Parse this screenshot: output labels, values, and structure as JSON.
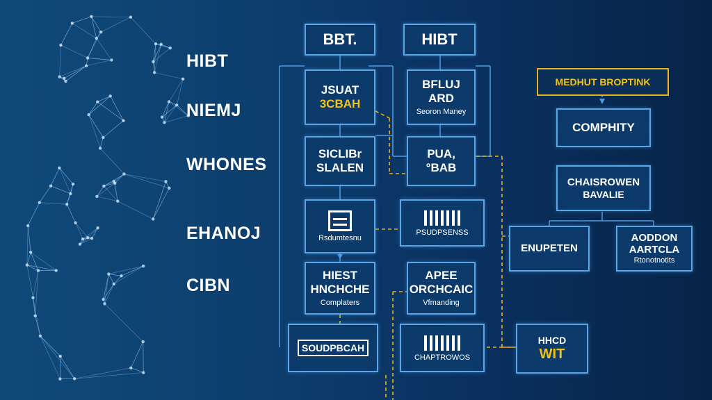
{
  "left_labels": [
    "HIBT",
    "NIEMJ",
    "WHONES",
    "EHANOJ",
    "CIBN"
  ],
  "column_a": {
    "header": "BBT.",
    "boxes": [
      {
        "line1": "JSUAT",
        "line2": "3CBAH"
      },
      {
        "line1": "SICLIBr",
        "line2": "SLALEN"
      },
      {
        "icon": "document-icon",
        "small": "Rsdumtesnu"
      },
      {
        "line1": "HIEST",
        "line2": "HNCHCHE",
        "small": "Complaters"
      },
      {
        "line1": "SOUDPBCAH"
      }
    ]
  },
  "column_b": {
    "header": "HIBT",
    "boxes": [
      {
        "line1": "BFLUJ",
        "line2": "ARD",
        "small": "Seoron Maney"
      },
      {
        "line1": "PUA,",
        "line2": "°BAB"
      },
      {
        "icon": "bar-chart-icon",
        "small": "PSUDPSENSS"
      },
      {
        "line1": "APEE",
        "line2": "ORCHCAIC",
        "small": "Vfmanding"
      },
      {
        "icon": "bar-chart-icon",
        "small": "CHAPTROWOS"
      }
    ]
  },
  "column_c": {
    "banner": "MEDHUT BROPTINK",
    "box1": "COMPHITY",
    "box2": {
      "line1": "CHAISROWEN",
      "line2": "BAVALIE"
    },
    "left_child": "ENUPETEN",
    "right_child": {
      "line1": "AODDON",
      "line2": "AARTCLA",
      "small": "Rtonotnotits"
    },
    "bottom": {
      "line1": "HHCD",
      "line2": "WIT"
    }
  },
  "colors": {
    "box_fill": "#0c3a6a",
    "box_border": "#5aa6e6",
    "accent_yellow": "#f0c419",
    "text": "#ffffff"
  }
}
